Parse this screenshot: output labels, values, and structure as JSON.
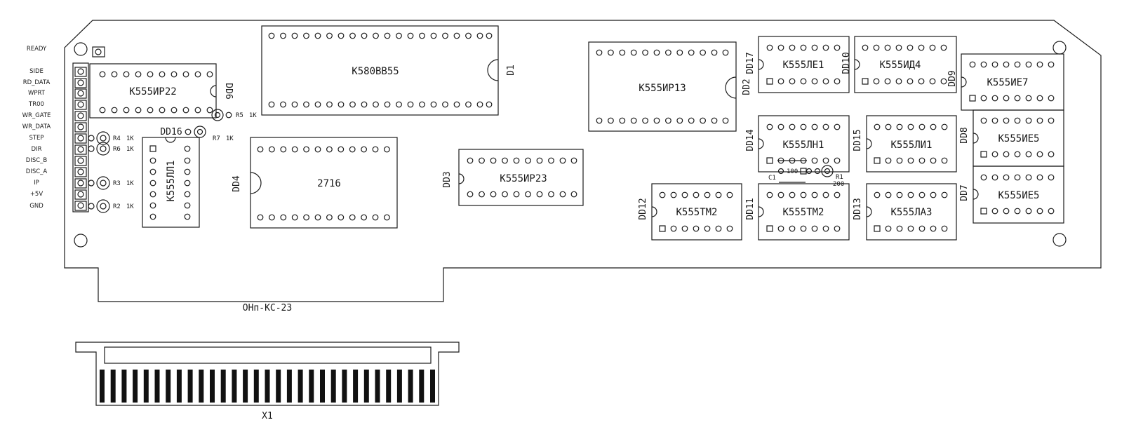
{
  "signals": [
    "READY",
    "SIDE",
    "RD_DATA",
    "WPRT",
    "TR00",
    "WR_GATE",
    "WR_DATA",
    "STEP",
    "DIR",
    "DISC_B",
    "DISC_A",
    "IP",
    "+5V",
    "GND"
  ],
  "board_label": "ОНп-КС-23",
  "connector_label": "X1",
  "chips": [
    {
      "id": "dd6",
      "ref": "DD6",
      "part": "К555ИР22"
    },
    {
      "id": "d1",
      "ref": "D1",
      "part": "К580ВВ55"
    },
    {
      "id": "dd16",
      "ref": "DD16",
      "part": "К555ЛЛ1"
    },
    {
      "id": "dd4",
      "ref": "DD4",
      "part": "2716"
    },
    {
      "id": "dd3",
      "ref": "DD3",
      "part": "К555ИР23"
    },
    {
      "id": "dd2",
      "ref": "DD2",
      "part": "К555ИР13"
    },
    {
      "id": "dd17",
      "ref": "DD17",
      "part": "К555ЛЕ1"
    },
    {
      "id": "dd10",
      "ref": "DD10",
      "part": "К555ИД4"
    },
    {
      "id": "dd9",
      "ref": "DD9",
      "part": "К555ИЕ7"
    },
    {
      "id": "dd14",
      "ref": "DD14",
      "part": "К555ЛН1"
    },
    {
      "id": "dd15",
      "ref": "DD15",
      "part": "К555ЛИ1"
    },
    {
      "id": "dd8",
      "ref": "DD8",
      "part": "К555ИЕ5"
    },
    {
      "id": "dd7",
      "ref": "DD7",
      "part": "К555ИЕ5"
    },
    {
      "id": "dd12",
      "ref": "DD12",
      "part": "К555ТМ2"
    },
    {
      "id": "dd11",
      "ref": "DD11",
      "part": "К555ТМ2"
    },
    {
      "id": "dd13",
      "ref": "DD13",
      "part": "К555ЛА3"
    }
  ],
  "components": {
    "r5": {
      "ref": "R5",
      "value": "1K"
    },
    "r7": {
      "ref": "R7",
      "value": "1K"
    },
    "r4": {
      "ref": "R4",
      "value": "1K"
    },
    "r6": {
      "ref": "R6",
      "value": "1K"
    },
    "r3": {
      "ref": "R3",
      "value": "1K"
    },
    "r2": {
      "ref": "R2",
      "value": "1K"
    },
    "r1": {
      "ref": "R1",
      "value": "200"
    },
    "c1": {
      "ref": "C1",
      "value": "100"
    }
  }
}
